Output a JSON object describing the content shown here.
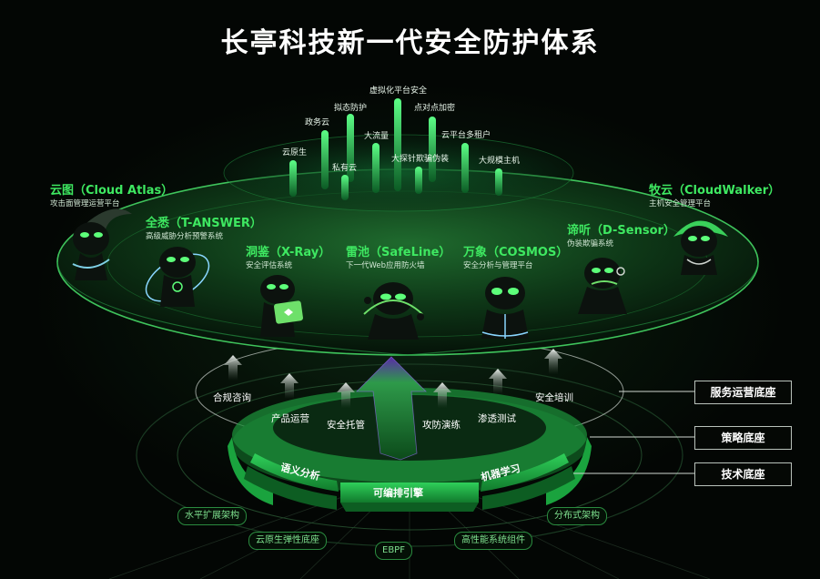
{
  "title": "长亭科技新一代安全防护体系",
  "sky_labels": [
    "虚拟化平台安全",
    "拟态防护",
    "点对点加密",
    "政务云",
    "大流量",
    "云平台多租户",
    "云原生",
    "大探针欺骗伪装",
    "私有云",
    "大规模主机"
  ],
  "products": [
    {
      "name": "云图（Cloud Atlas）",
      "desc": "攻击面管理运营平台"
    },
    {
      "name": "全悉（T-ANSWER）",
      "desc": "高级威胁分析预警系统"
    },
    {
      "name": "洞鉴（X-Ray）",
      "desc": "安全评估系统"
    },
    {
      "name": "雷池（SafeLine）",
      "desc": "下一代Web应用防火墙"
    },
    {
      "name": "万象（COSMOS）",
      "desc": "安全分析与管理平台"
    },
    {
      "name": "谛听（D-Sensor）",
      "desc": "伪装欺骗系统"
    },
    {
      "name": "牧云（CloudWalker）",
      "desc": "主机安全管理平台"
    }
  ],
  "services": [
    "合规咨询",
    "产品运营",
    "安全托管",
    "攻防演练",
    "渗透测试",
    "安全培训"
  ],
  "strategy": [
    "语义分析",
    "可编排引擎",
    "机器学习"
  ],
  "layers": [
    "服务运营底座",
    "策略底座",
    "技术底座"
  ],
  "tech": [
    "水平扩展架构",
    "分布式架构",
    "云原生弹性底座",
    "高性能系统组件",
    "EBPF"
  ],
  "colors": {
    "accent": "#3ee861",
    "background": "#030604",
    "ring": "#1f9a3c"
  }
}
